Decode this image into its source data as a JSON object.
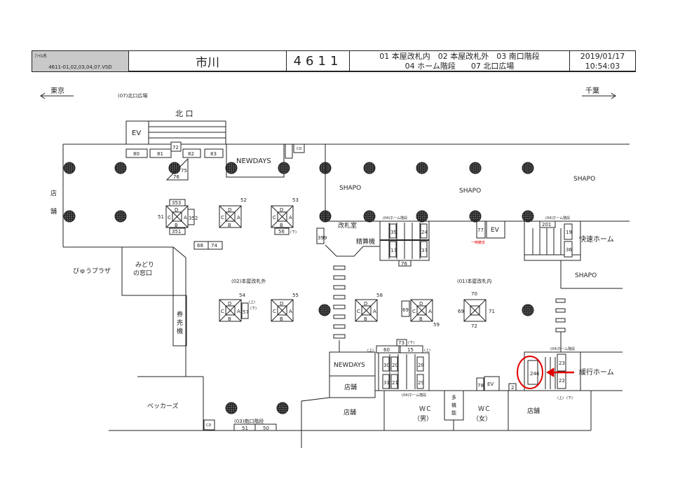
{
  "header": {
    "file_label": "ﾌｧｲﾙ名",
    "file_name": "4611-01,02,03,04,07.VSD",
    "station_name": "市川",
    "station_code": "4611",
    "legend_line1": "01 本屋改札内　02 本屋改札外　03 南口階段",
    "legend_line2": "04 ホーム階段　　07 北口広場",
    "date": "2019/01/17",
    "time": "10:54:03"
  },
  "directions": {
    "west": "東京",
    "east": "千葉"
  },
  "areas": {
    "north_plaza": "(07)北口広場",
    "north_exit": "北 口",
    "outside_gate": "(02)本屋改札外",
    "inside_gate": "(01)本屋改札内",
    "south_stairs": "(03)南口階段",
    "home_stairs": "(04)ホーム階段"
  },
  "facilities": {
    "ev": "EV",
    "newdays": "NEWDAYS",
    "shapo": "SHAPO",
    "shop": "店舗",
    "shop_v1": "店",
    "shop_v2": "舗",
    "view_plaza": "びゅうプラザ",
    "midori1": "みどり",
    "midori2": "の窓口",
    "ticket_machine": [
      "券",
      "売",
      "機"
    ],
    "gate_room": "改札室",
    "fare_adjust": "精算機",
    "rapid_platform": "快速ホーム",
    "local_platform": "緩行ホーム",
    "beckers": "ベッカーズ",
    "wc": "ＷＣ",
    "men": "（男）",
    "women": "（女）",
    "multi": [
      "多",
      "機",
      "能"
    ],
    "cd": "CD",
    "removed": "一時撤去",
    "up": "(上)",
    "down": "(下)"
  },
  "boxes": {
    "b80": "80",
    "b81": "81",
    "b82": "82",
    "b83": "83",
    "b72": "72",
    "b75": "75",
    "b76": "76",
    "b353": "353",
    "b351": "351",
    "b352": "352",
    "b56": "56",
    "b68": "68",
    "b74": "74",
    "b399": "399",
    "b39": "39",
    "b24": "24",
    "b17": "17",
    "b37": "37",
    "b76b": "76",
    "b77": "77",
    "b201": "201",
    "b19": "19",
    "b36": "36",
    "b73": "73",
    "b60": "60",
    "b15": "15",
    "b30": "30",
    "b20": "20",
    "b28": "28",
    "b31": "31",
    "b21": "21",
    "b29": "29",
    "b78": "78",
    "b2": "2",
    "b246": "246",
    "b23": "23",
    "b22": "22",
    "b51": "51",
    "b50": "50",
    "b57": "57",
    "b69": "69"
  },
  "escalators": [
    {
      "number": "51"
    },
    {
      "number": "52"
    },
    {
      "number": "53"
    },
    {
      "number": "54"
    },
    {
      "number": "55"
    },
    {
      "number": "58"
    },
    {
      "number": "59"
    },
    {
      "number": "70",
      "extra": [
        "69",
        "71",
        "72"
      ]
    }
  ],
  "escalator_letters": [
    "D",
    "C",
    "A",
    "B"
  ],
  "colors": {
    "highlight": "#e00000",
    "header_gray": "#c9c9c9"
  }
}
